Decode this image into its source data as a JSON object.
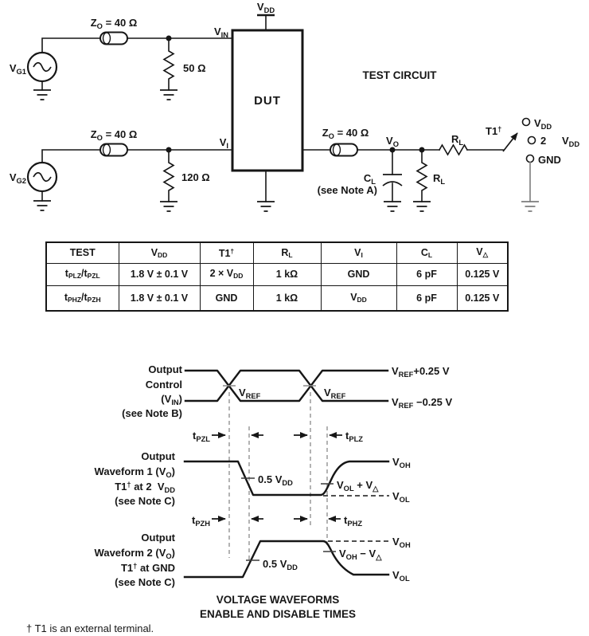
{
  "figure": {
    "circuit": {
      "title": "TEST CIRCUIT",
      "sources": {
        "vg1": [
          {
            "t": "V"
          },
          {
            "t": "G1",
            "s": 1
          }
        ],
        "vg2": [
          {
            "t": "V"
          },
          {
            "t": "G2",
            "s": 1
          }
        ]
      },
      "tlines": {
        "zo1": [
          {
            "t": "Z"
          },
          {
            "t": "O",
            "s": 1
          },
          {
            "t": " = 40 Ω"
          }
        ],
        "zo2": [
          {
            "t": "Z"
          },
          {
            "t": "O",
            "s": 1
          },
          {
            "t": " = 40 Ω"
          }
        ],
        "zo3": [
          {
            "t": "Z"
          },
          {
            "t": "O",
            "s": 1
          },
          {
            "t": " = 40 Ω"
          }
        ]
      },
      "nodes": {
        "vdd": [
          {
            "t": "V"
          },
          {
            "t": "DD",
            "s": 1
          }
        ],
        "vin": [
          {
            "t": "V"
          },
          {
            "t": "IN",
            "s": 1
          }
        ],
        "vi": [
          {
            "t": "V"
          },
          {
            "t": "I",
            "s": 1
          }
        ],
        "vo": [
          {
            "t": "V"
          },
          {
            "t": "O",
            "s": 1
          }
        ]
      },
      "resistors": {
        "r50": "50 Ω",
        "r120": "120 Ω",
        "rl_shunt": [
          {
            "t": "R"
          },
          {
            "t": "L",
            "s": 1
          }
        ],
        "rl_series": [
          {
            "t": "R"
          },
          {
            "t": "L",
            "s": 1
          }
        ]
      },
      "cap": {
        "cl": [
          {
            "t": "C"
          },
          {
            "t": "L",
            "s": 1
          }
        ],
        "note": "(see Note A)"
      },
      "dut": "DUT",
      "switch": {
        "t1": [
          {
            "t": "T1"
          },
          {
            "t": "†",
            "u": 1
          }
        ],
        "pos_vdd": [
          {
            "t": "V"
          },
          {
            "t": "DD",
            "s": 1
          }
        ],
        "pos2_num": "2",
        "pos2_vdd": [
          {
            "t": "V"
          },
          {
            "t": "DD",
            "s": 1
          }
        ],
        "pos_gnd": "GND"
      }
    },
    "table": {
      "headers": [
        [
          {
            "t": "TEST"
          }
        ],
        [
          {
            "t": "V"
          },
          {
            "t": "DD",
            "s": 1
          }
        ],
        [
          {
            "t": "T1"
          },
          {
            "t": "†",
            "u": 1
          }
        ],
        [
          {
            "t": "R"
          },
          {
            "t": "L",
            "s": 1
          }
        ],
        [
          {
            "t": "V"
          },
          {
            "t": "I",
            "s": 1
          }
        ],
        [
          {
            "t": "C"
          },
          {
            "t": "L",
            "s": 1
          }
        ],
        [
          {
            "t": "V"
          },
          {
            "t": "△",
            "s": 1
          }
        ]
      ],
      "rows": [
        [
          [
            {
              "t": "t"
            },
            {
              "t": "PLZ",
              "s": 1
            },
            {
              "t": "/t"
            },
            {
              "t": "PZL",
              "s": 1
            }
          ],
          [
            {
              "t": "1.8 V ± 0.1 V"
            }
          ],
          [
            {
              "t": "2 × "
            },
            {
              "t": "V"
            },
            {
              "t": "DD",
              "s": 1
            }
          ],
          [
            {
              "t": "1 kΩ"
            }
          ],
          [
            {
              "t": "GND"
            }
          ],
          [
            {
              "t": "6 pF"
            }
          ],
          [
            {
              "t": "0.125 V"
            }
          ]
        ],
        [
          [
            {
              "t": "t"
            },
            {
              "t": "PHZ",
              "s": 1
            },
            {
              "t": "/t"
            },
            {
              "t": "PZH",
              "s": 1
            }
          ],
          [
            {
              "t": "1.8 V ± 0.1 V"
            }
          ],
          [
            {
              "t": "GND"
            }
          ],
          [
            {
              "t": "1 kΩ"
            }
          ],
          [
            {
              "t": "V"
            },
            {
              "t": "DD",
              "s": 1
            }
          ],
          [
            {
              "t": "6 pF"
            }
          ],
          [
            {
              "t": "0.125 V"
            }
          ]
        ]
      ]
    },
    "waveforms": {
      "control": {
        "lines": [
          [
            {
              "t": "Output"
            }
          ],
          [
            {
              "t": "Control"
            }
          ],
          [
            {
              "t": "("
            },
            {
              "t": "V"
            },
            {
              "t": "IN",
              "s": 1
            },
            {
              "t": ")"
            }
          ],
          [
            {
              "t": "(see Note B)"
            }
          ]
        ],
        "vref": [
          {
            "t": "V"
          },
          {
            "t": "REF",
            "s": 1
          }
        ],
        "level_top": [
          {
            "t": "V"
          },
          {
            "t": "REF",
            "s": 1
          },
          {
            "t": "+0.25 V"
          }
        ],
        "level_bot": [
          {
            "t": "V"
          },
          {
            "t": "REF",
            "s": 1
          },
          {
            "t": " −0.25 V"
          }
        ]
      },
      "wf1": {
        "lines": [
          [
            {
              "t": "Output"
            }
          ],
          [
            {
              "t": "Waveform 1 ("
            },
            {
              "t": "V"
            },
            {
              "t": "O",
              "s": 1
            },
            {
              "t": ")"
            }
          ],
          [
            {
              "t": "T1"
            },
            {
              "t": "†",
              "u": 1
            },
            {
              "t": " at 2  "
            },
            {
              "t": "V"
            },
            {
              "t": "DD",
              "s": 1
            }
          ],
          [
            {
              "t": "(see Note C)"
            }
          ]
        ],
        "vol_plus": [
          {
            "t": "V"
          },
          {
            "t": "OL",
            "s": 1
          },
          {
            "t": " + "
          },
          {
            "t": "V"
          },
          {
            "t": "△",
            "s": 1
          }
        ]
      },
      "wf2": {
        "lines": [
          [
            {
              "t": "Output"
            }
          ],
          [
            {
              "t": "Waveform 2 ("
            },
            {
              "t": "V"
            },
            {
              "t": "O",
              "s": 1
            },
            {
              "t": ")"
            }
          ],
          [
            {
              "t": "T1"
            },
            {
              "t": "†",
              "u": 1
            },
            {
              "t": " at GND"
            }
          ],
          [
            {
              "t": "(see Note C)"
            }
          ]
        ],
        "voh_minus": [
          {
            "t": "V"
          },
          {
            "t": "OH",
            "s": 1
          },
          {
            "t": " − "
          },
          {
            "t": "V"
          },
          {
            "t": "△",
            "s": 1
          }
        ]
      },
      "levels": {
        "voh": [
          {
            "t": "V"
          },
          {
            "t": "OH",
            "s": 1
          }
        ],
        "vol": [
          {
            "t": "V"
          },
          {
            "t": "OL",
            "s": 1
          }
        ]
      },
      "half_vdd": [
        {
          "t": "0.5 "
        },
        {
          "t": "V"
        },
        {
          "t": "DD",
          "s": 1
        }
      ],
      "timing": {
        "tpzl": [
          {
            "t": "t"
          },
          {
            "t": "PZL",
            "s": 1
          }
        ],
        "tplz": [
          {
            "t": "t"
          },
          {
            "t": "PLZ",
            "s": 1
          }
        ],
        "tpzh": [
          {
            "t": "t"
          },
          {
            "t": "PZH",
            "s": 1
          }
        ],
        "tphz": [
          {
            "t": "t"
          },
          {
            "t": "PHZ",
            "s": 1
          }
        ]
      },
      "caption_line1": "VOLTAGE WAVEFORMS",
      "caption_line2": "ENABLE AND DISABLE TIMES"
    },
    "footnote": "† T1 is an external terminal."
  }
}
